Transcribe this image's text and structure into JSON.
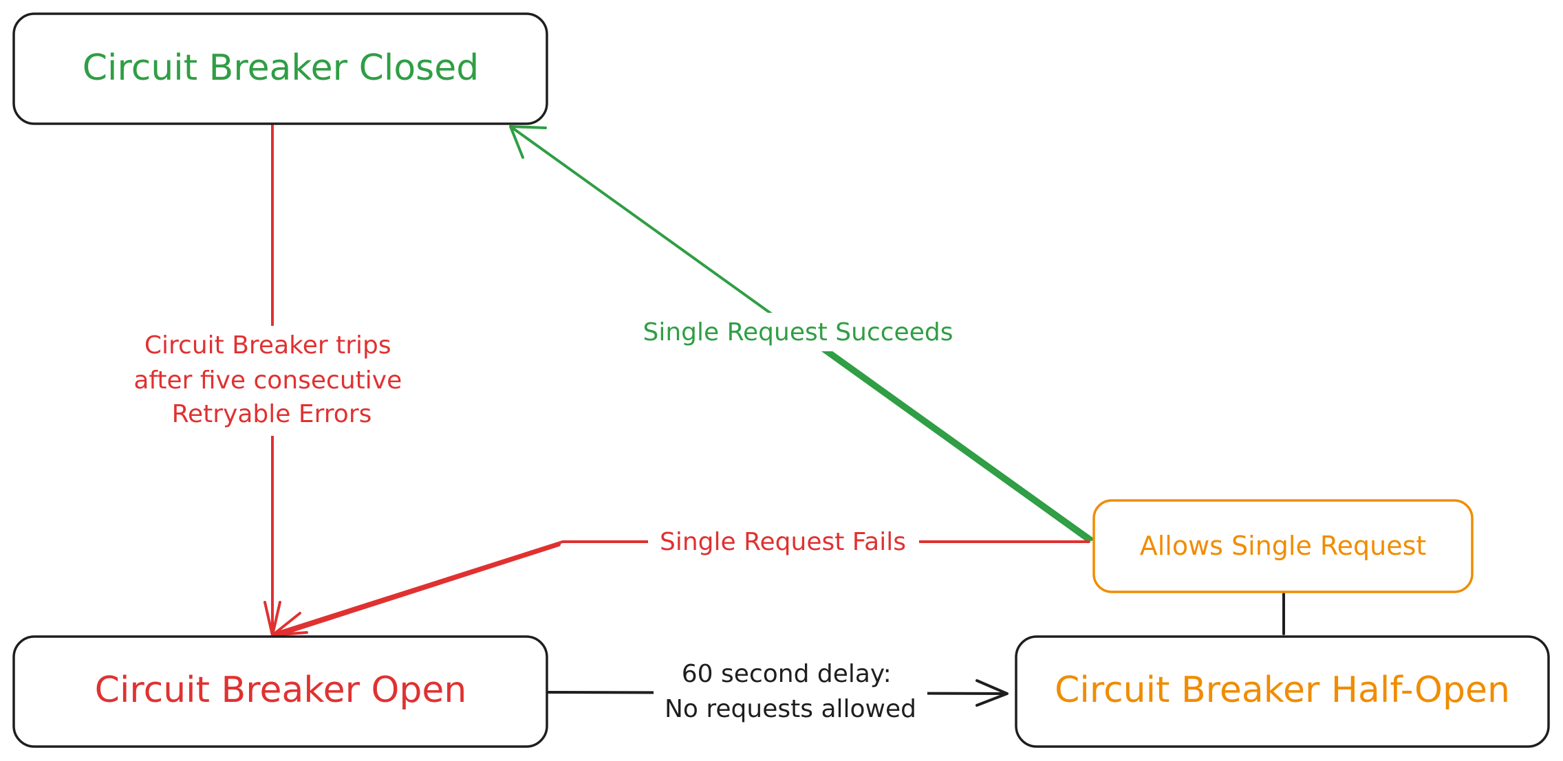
{
  "colors": {
    "green": "#2f9e44",
    "red": "#e03131",
    "orange": "#f08c00",
    "black": "#1e1e1e"
  },
  "nodes": {
    "closed": {
      "label": "Circuit Breaker Closed"
    },
    "open": {
      "label": "Circuit Breaker Open"
    },
    "half_open": {
      "label": "Circuit Breaker Half-Open"
    },
    "allows": {
      "label": "Allows Single Request"
    }
  },
  "edges": {
    "trips": {
      "lines": [
        "Circuit Breaker trips",
        "after five consecutive",
        "Retryable Errors"
      ]
    },
    "succeeds": {
      "label": "Single Request Succeeds"
    },
    "fails": {
      "label": "Single Request Fails"
    },
    "delay": {
      "lines": [
        "60 second delay:",
        "No requests allowed"
      ]
    }
  }
}
